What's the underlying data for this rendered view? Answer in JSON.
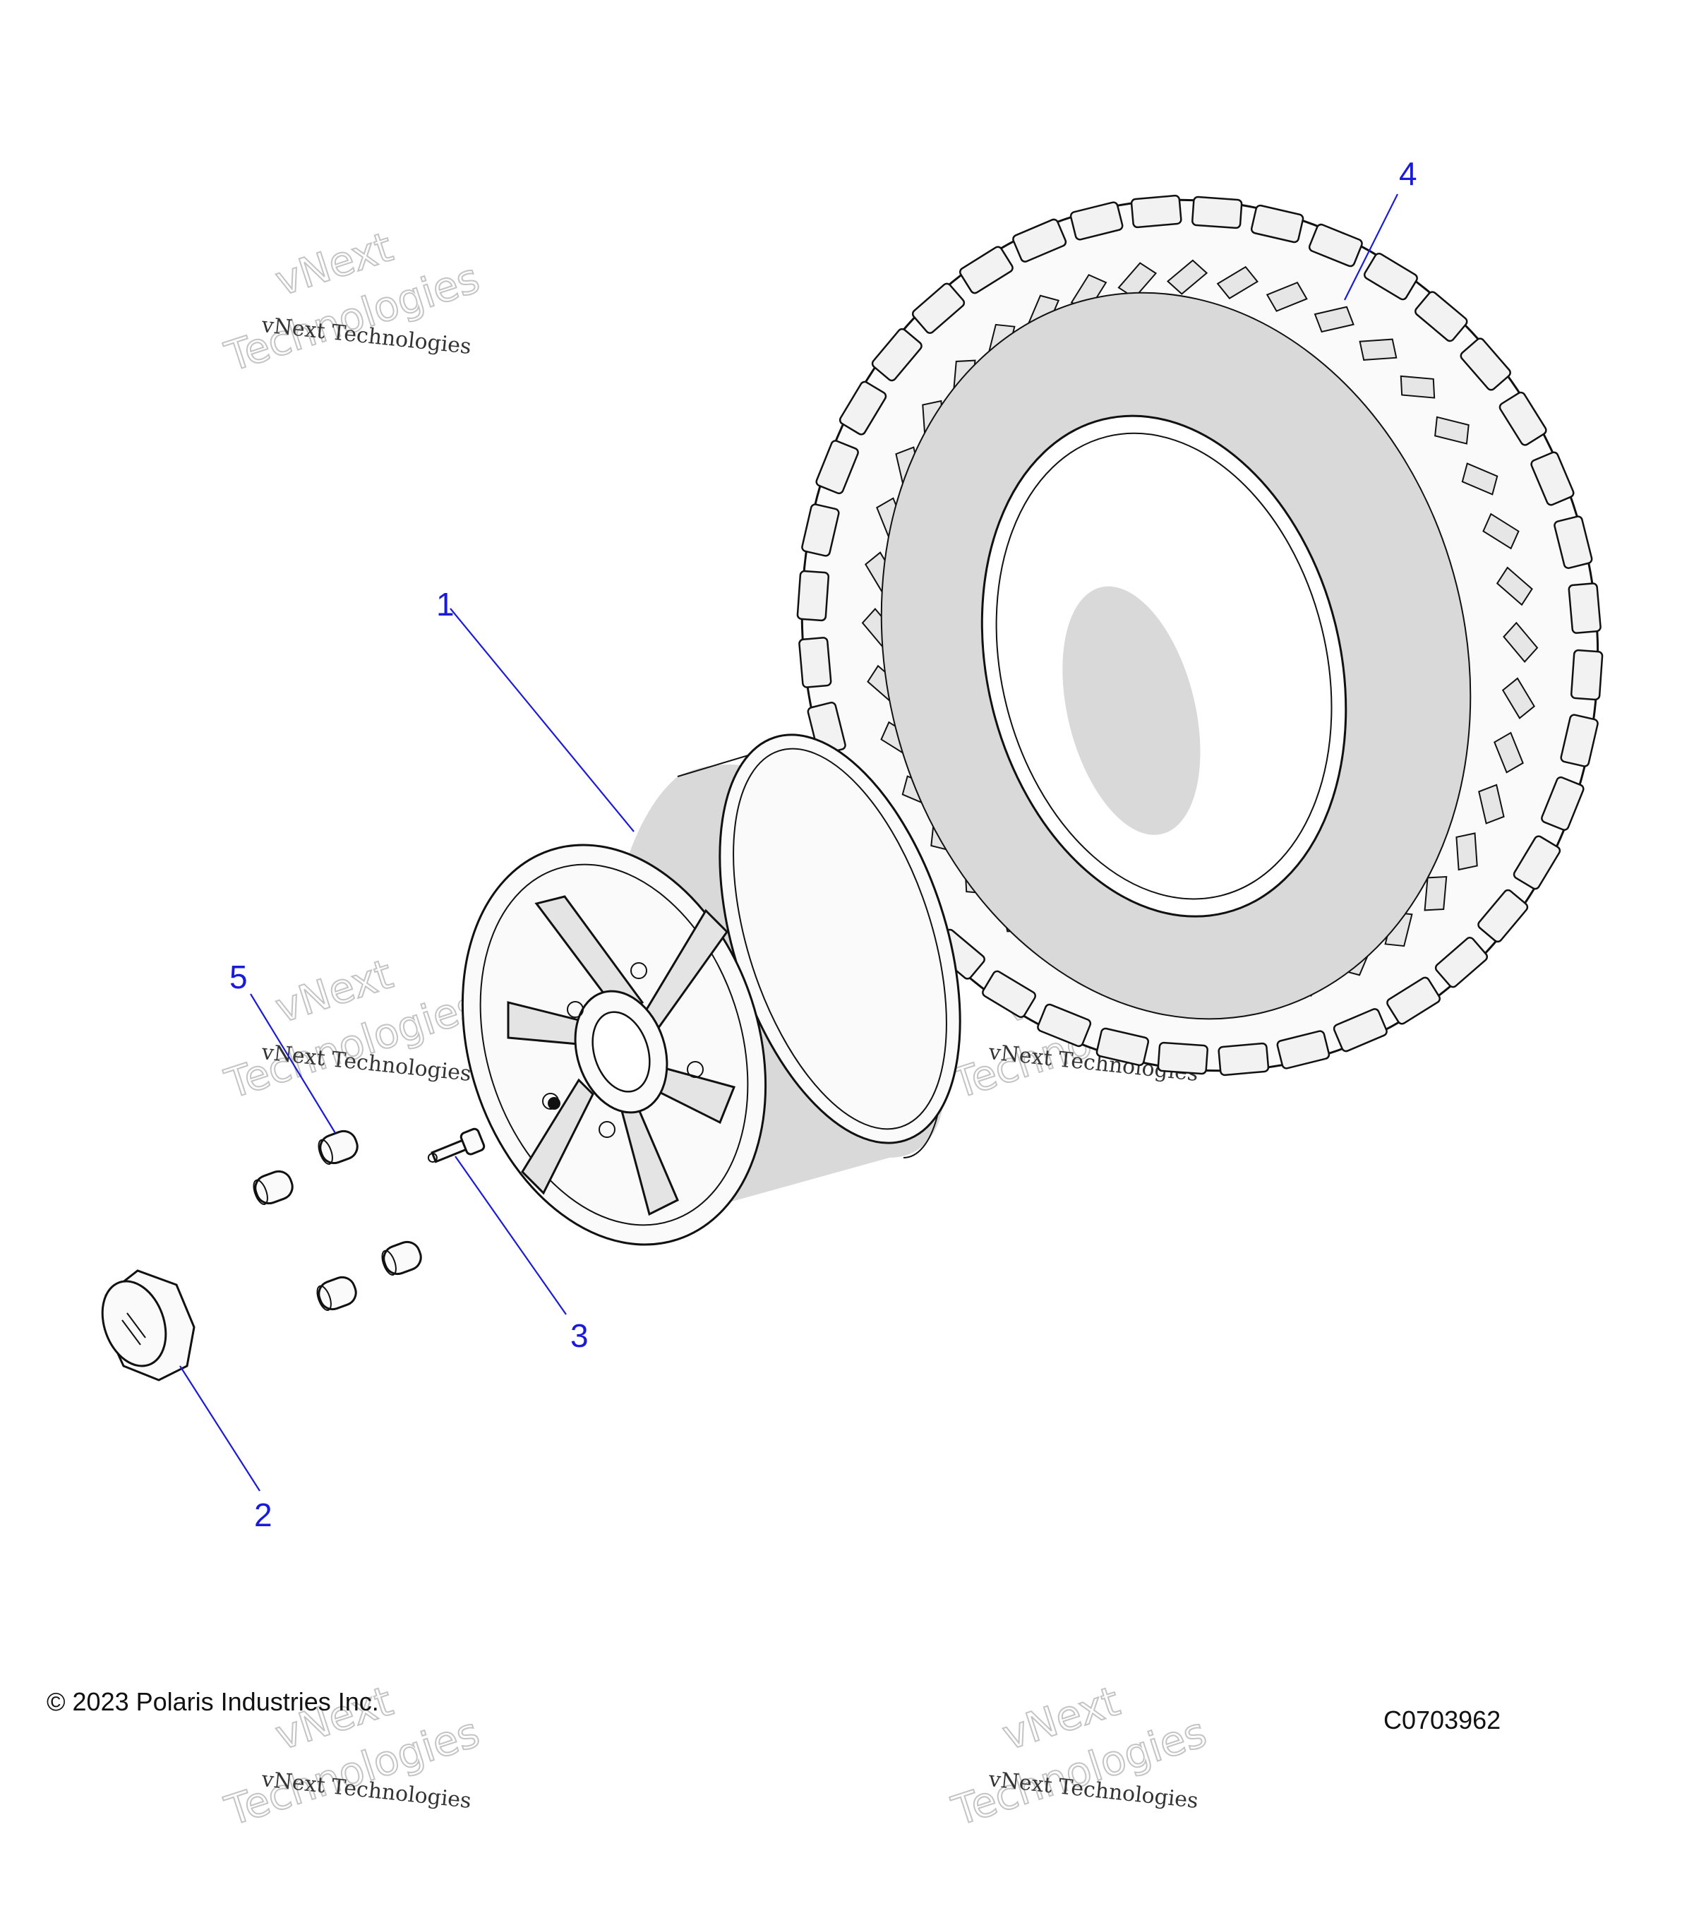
{
  "callouts": [
    {
      "number": "1",
      "part": "wheel-rim"
    },
    {
      "number": "2",
      "part": "hub-cap"
    },
    {
      "number": "3",
      "part": "valve-stem"
    },
    {
      "number": "4",
      "part": "tire"
    },
    {
      "number": "5",
      "part": "lug-nut"
    }
  ],
  "watermark": {
    "line1": "vNext Technologies",
    "big_word1": "vNext",
    "big_word2": "Technologies"
  },
  "footer": {
    "copyright": "© 2023 Polaris Industries Inc.",
    "figure_code": "C0703962"
  },
  "colors": {
    "callout": "#1a1adc",
    "line_art": "#111111",
    "watermark_outline": "#c4c4c4"
  }
}
